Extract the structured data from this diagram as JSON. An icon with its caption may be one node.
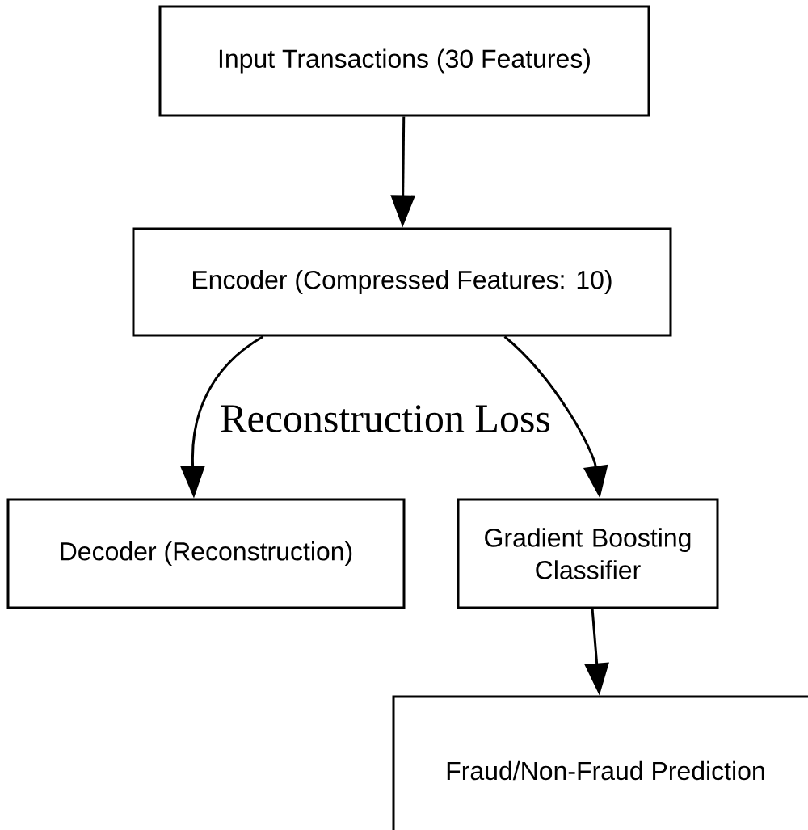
{
  "diagram": {
    "nodes": [
      {
        "text": [
          "Input Transactions (30 Features)"
        ]
      },
      {
        "text": [
          "Encoder (Compressed Features: 10)"
        ]
      },
      {
        "text": [
          "Decoder (Reconstruction)"
        ]
      },
      {
        "text": [
          "Gradient Boosting Classifier"
        ]
      },
      {
        "text": [
          "Fraud/Non-Fraud Prediction"
        ]
      }
    ],
    "edges": [
      {
        "from": 0,
        "to": 1,
        "arrow": "to"
      },
      {
        "from": 1,
        "to": 2,
        "arrow": "to",
        "label": "Reconstruction Loss"
      },
      {
        "from": 1,
        "to": 3,
        "arrow": "to"
      },
      {
        "from": 3,
        "to": 4,
        "arrow": "to"
      }
    ]
  }
}
